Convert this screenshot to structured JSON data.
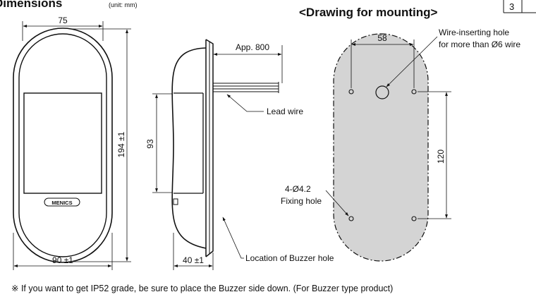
{
  "header": {
    "title": "Dimensions",
    "unit_note": "(unit: mm)",
    "mounting_title": "<Drawing for mounting>",
    "page_number": "3"
  },
  "front_view": {
    "width_top": "75",
    "height": "194 ±1",
    "width_bottom": "90 ±1",
    "logo_text": "MENICS"
  },
  "side_view": {
    "lead_length": "App. 800",
    "window_height": "93",
    "depth": "40 ±1",
    "lead_wire_label": "Lead wire",
    "buzzer_label": "Location of Buzzer hole"
  },
  "mounting": {
    "hole_spacing_x": "58",
    "hole_spacing_y": "120",
    "wire_hole_label_line1": "Wire-inserting hole",
    "wire_hole_label_line2": "for more than Ø6 wire",
    "fixing_label_line1": "4-Ø4.2",
    "fixing_label_line2": "Fixing hole"
  },
  "footnote": "※ If you want to get IP52 grade, be sure to place the Buzzer side down. (For Buzzer type product)",
  "colors": {
    "line": "#111111",
    "plate_fill": "#d4d4d4"
  }
}
